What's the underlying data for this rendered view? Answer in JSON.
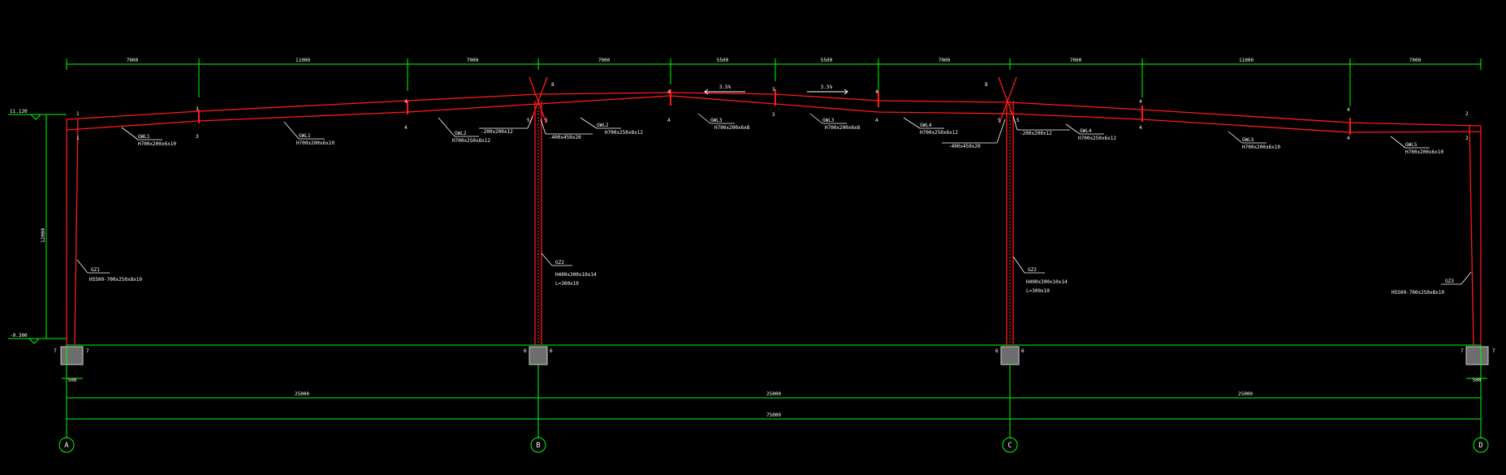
{
  "colors": {
    "background": "#000000",
    "dimension": "#00ff00",
    "member": "#ff0000",
    "text": "#ffffff",
    "axis_bubble": "#00ff00",
    "base_plate": "#b0b0b0"
  },
  "elevations": {
    "ridge": "11.120",
    "ground": "-0.300"
  },
  "column_height_dim": "12000",
  "top_dims": [
    "7000",
    "11000",
    "7000",
    "7000",
    "5500",
    "5500",
    "7000",
    "7000",
    "11000",
    "7000"
  ],
  "bottom_spans": [
    "25000",
    "25000",
    "25000"
  ],
  "total_span": "75000",
  "base_width": "500",
  "axes": [
    "A",
    "B",
    "C",
    "D"
  ],
  "slopes": [
    "3.5%",
    "3.5%"
  ],
  "beams": [
    {
      "name": "GWL1",
      "section": "H700x200x6x10"
    },
    {
      "name": "GWL1",
      "section": "H700x200x6x10"
    },
    {
      "name": "GWL2",
      "section": "H700x250x8x12"
    },
    {
      "name": "GWL2",
      "section": "H700x250x8x12"
    },
    {
      "name": "GWL3",
      "section": "H700x200x6x8"
    },
    {
      "name": "GWL3",
      "section": "H700x200x6x8"
    },
    {
      "name": "GWL4",
      "section": "H700x250x6x12"
    },
    {
      "name": "GWL4",
      "section": "H700x250x6x12"
    },
    {
      "name": "GWL5",
      "section": "H700x200x6x10"
    },
    {
      "name": "GWL5",
      "section": "H700x200x6x10"
    }
  ],
  "columns": [
    {
      "name": "GZ1",
      "section": "HS500-700x250x8x10",
      "note": ""
    },
    {
      "name": "GZ2",
      "section": "H400x300x10x14",
      "note": "L=300x10"
    },
    {
      "name": "GZ2",
      "section": "H400x300x10x14",
      "note": "L=300x10"
    },
    {
      "name": "GZ3",
      "section": "HS500-700x250x8x10",
      "note": ""
    }
  ],
  "plates": [
    "-200x200x12",
    "-400x450x20",
    "-400x450x20",
    "-200x200x12"
  ],
  "markers": {
    "one": "1",
    "two": "2",
    "three": "3",
    "four": "4",
    "five": "5",
    "six": "6",
    "seven": "7",
    "eight": "8"
  }
}
